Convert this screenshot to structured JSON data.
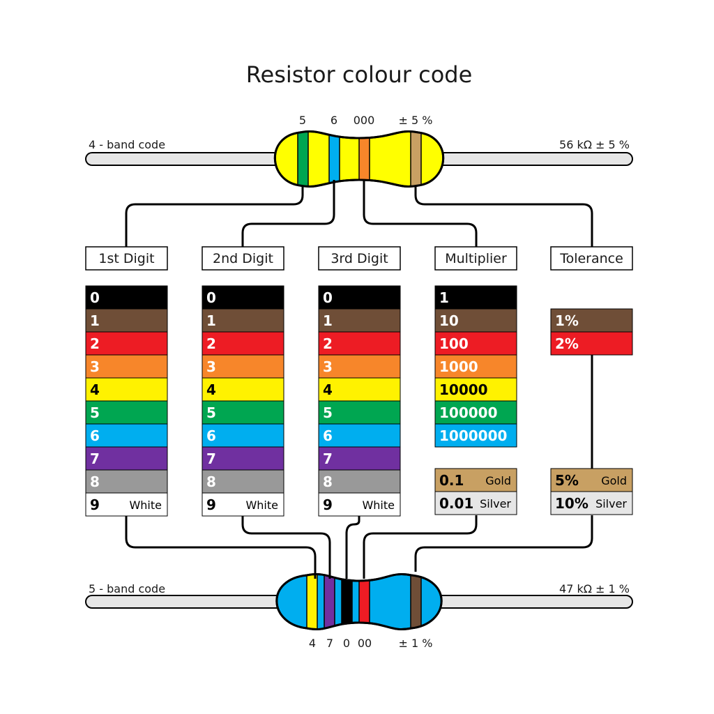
{
  "title": "Resistor colour code",
  "colors": {
    "black": "#000000",
    "brown": "#6f4e37",
    "red": "#ed1c24",
    "orange": "#f7862a",
    "yellow": "#fff200",
    "green": "#00a651",
    "blue": "#00aeef",
    "violet": "#7030a0",
    "grey": "#999999",
    "white": "#ffffff",
    "gold": "#c8a063",
    "silver": "#e6e6e6",
    "body_yellow": "#ffff00",
    "body_blue": "#00aeef",
    "lead": "#e6e6e6"
  },
  "four_band": {
    "label": "4 - band code",
    "value": "56 kΩ ± 5 %",
    "band_labels": [
      "5",
      "6",
      "000",
      "± 5 %"
    ],
    "band_colors": [
      "green",
      "blue",
      "orange",
      "gold"
    ]
  },
  "five_band": {
    "label": "5 - band code",
    "value": "47 kΩ ± 1 %",
    "band_labels": [
      "4",
      "7",
      "0",
      "00",
      "± 1 %"
    ],
    "band_colors": [
      "yellow",
      "violet",
      "black",
      "red",
      "brown"
    ]
  },
  "columns": [
    {
      "header": "1st Digit",
      "rows": [
        {
          "v": "0",
          "c": "black"
        },
        {
          "v": "1",
          "c": "brown"
        },
        {
          "v": "2",
          "c": "red"
        },
        {
          "v": "3",
          "c": "orange"
        },
        {
          "v": "4",
          "c": "yellow"
        },
        {
          "v": "5",
          "c": "green"
        },
        {
          "v": "6",
          "c": "blue"
        },
        {
          "v": "7",
          "c": "violet"
        },
        {
          "v": "8",
          "c": "grey"
        },
        {
          "v": "9",
          "c": "white",
          "name": "White"
        }
      ]
    },
    {
      "header": "2nd Digit",
      "rows": [
        {
          "v": "0",
          "c": "black"
        },
        {
          "v": "1",
          "c": "brown"
        },
        {
          "v": "2",
          "c": "red"
        },
        {
          "v": "3",
          "c": "orange"
        },
        {
          "v": "4",
          "c": "yellow"
        },
        {
          "v": "5",
          "c": "green"
        },
        {
          "v": "6",
          "c": "blue"
        },
        {
          "v": "7",
          "c": "violet"
        },
        {
          "v": "8",
          "c": "grey"
        },
        {
          "v": "9",
          "c": "white",
          "name": "White"
        }
      ]
    },
    {
      "header": "3rd Digit",
      "rows": [
        {
          "v": "0",
          "c": "black"
        },
        {
          "v": "1",
          "c": "brown"
        },
        {
          "v": "2",
          "c": "red"
        },
        {
          "v": "3",
          "c": "orange"
        },
        {
          "v": "4",
          "c": "yellow"
        },
        {
          "v": "5",
          "c": "green"
        },
        {
          "v": "6",
          "c": "blue"
        },
        {
          "v": "7",
          "c": "violet"
        },
        {
          "v": "8",
          "c": "grey"
        },
        {
          "v": "9",
          "c": "white",
          "name": "White"
        }
      ]
    },
    {
      "header": "Multiplier",
      "rows": [
        {
          "v": "1",
          "c": "black"
        },
        {
          "v": "10",
          "c": "brown"
        },
        {
          "v": "100",
          "c": "red"
        },
        {
          "v": "1000",
          "c": "orange"
        },
        {
          "v": "10000",
          "c": "yellow"
        },
        {
          "v": "100000",
          "c": "green"
        },
        {
          "v": "1000000",
          "c": "blue"
        }
      ],
      "extra_rows": [
        {
          "v": "0.1",
          "c": "gold",
          "name": "Gold"
        },
        {
          "v": "0.01",
          "c": "silver",
          "name": "Silver"
        }
      ]
    },
    {
      "header": "Tolerance",
      "rows": [
        {
          "v": "1%",
          "c": "brown"
        },
        {
          "v": "2%",
          "c": "red"
        }
      ],
      "extra_rows": [
        {
          "v": "5%",
          "c": "gold",
          "name": "Gold"
        },
        {
          "v": "10%",
          "c": "silver",
          "name": "Silver"
        }
      ]
    }
  ]
}
